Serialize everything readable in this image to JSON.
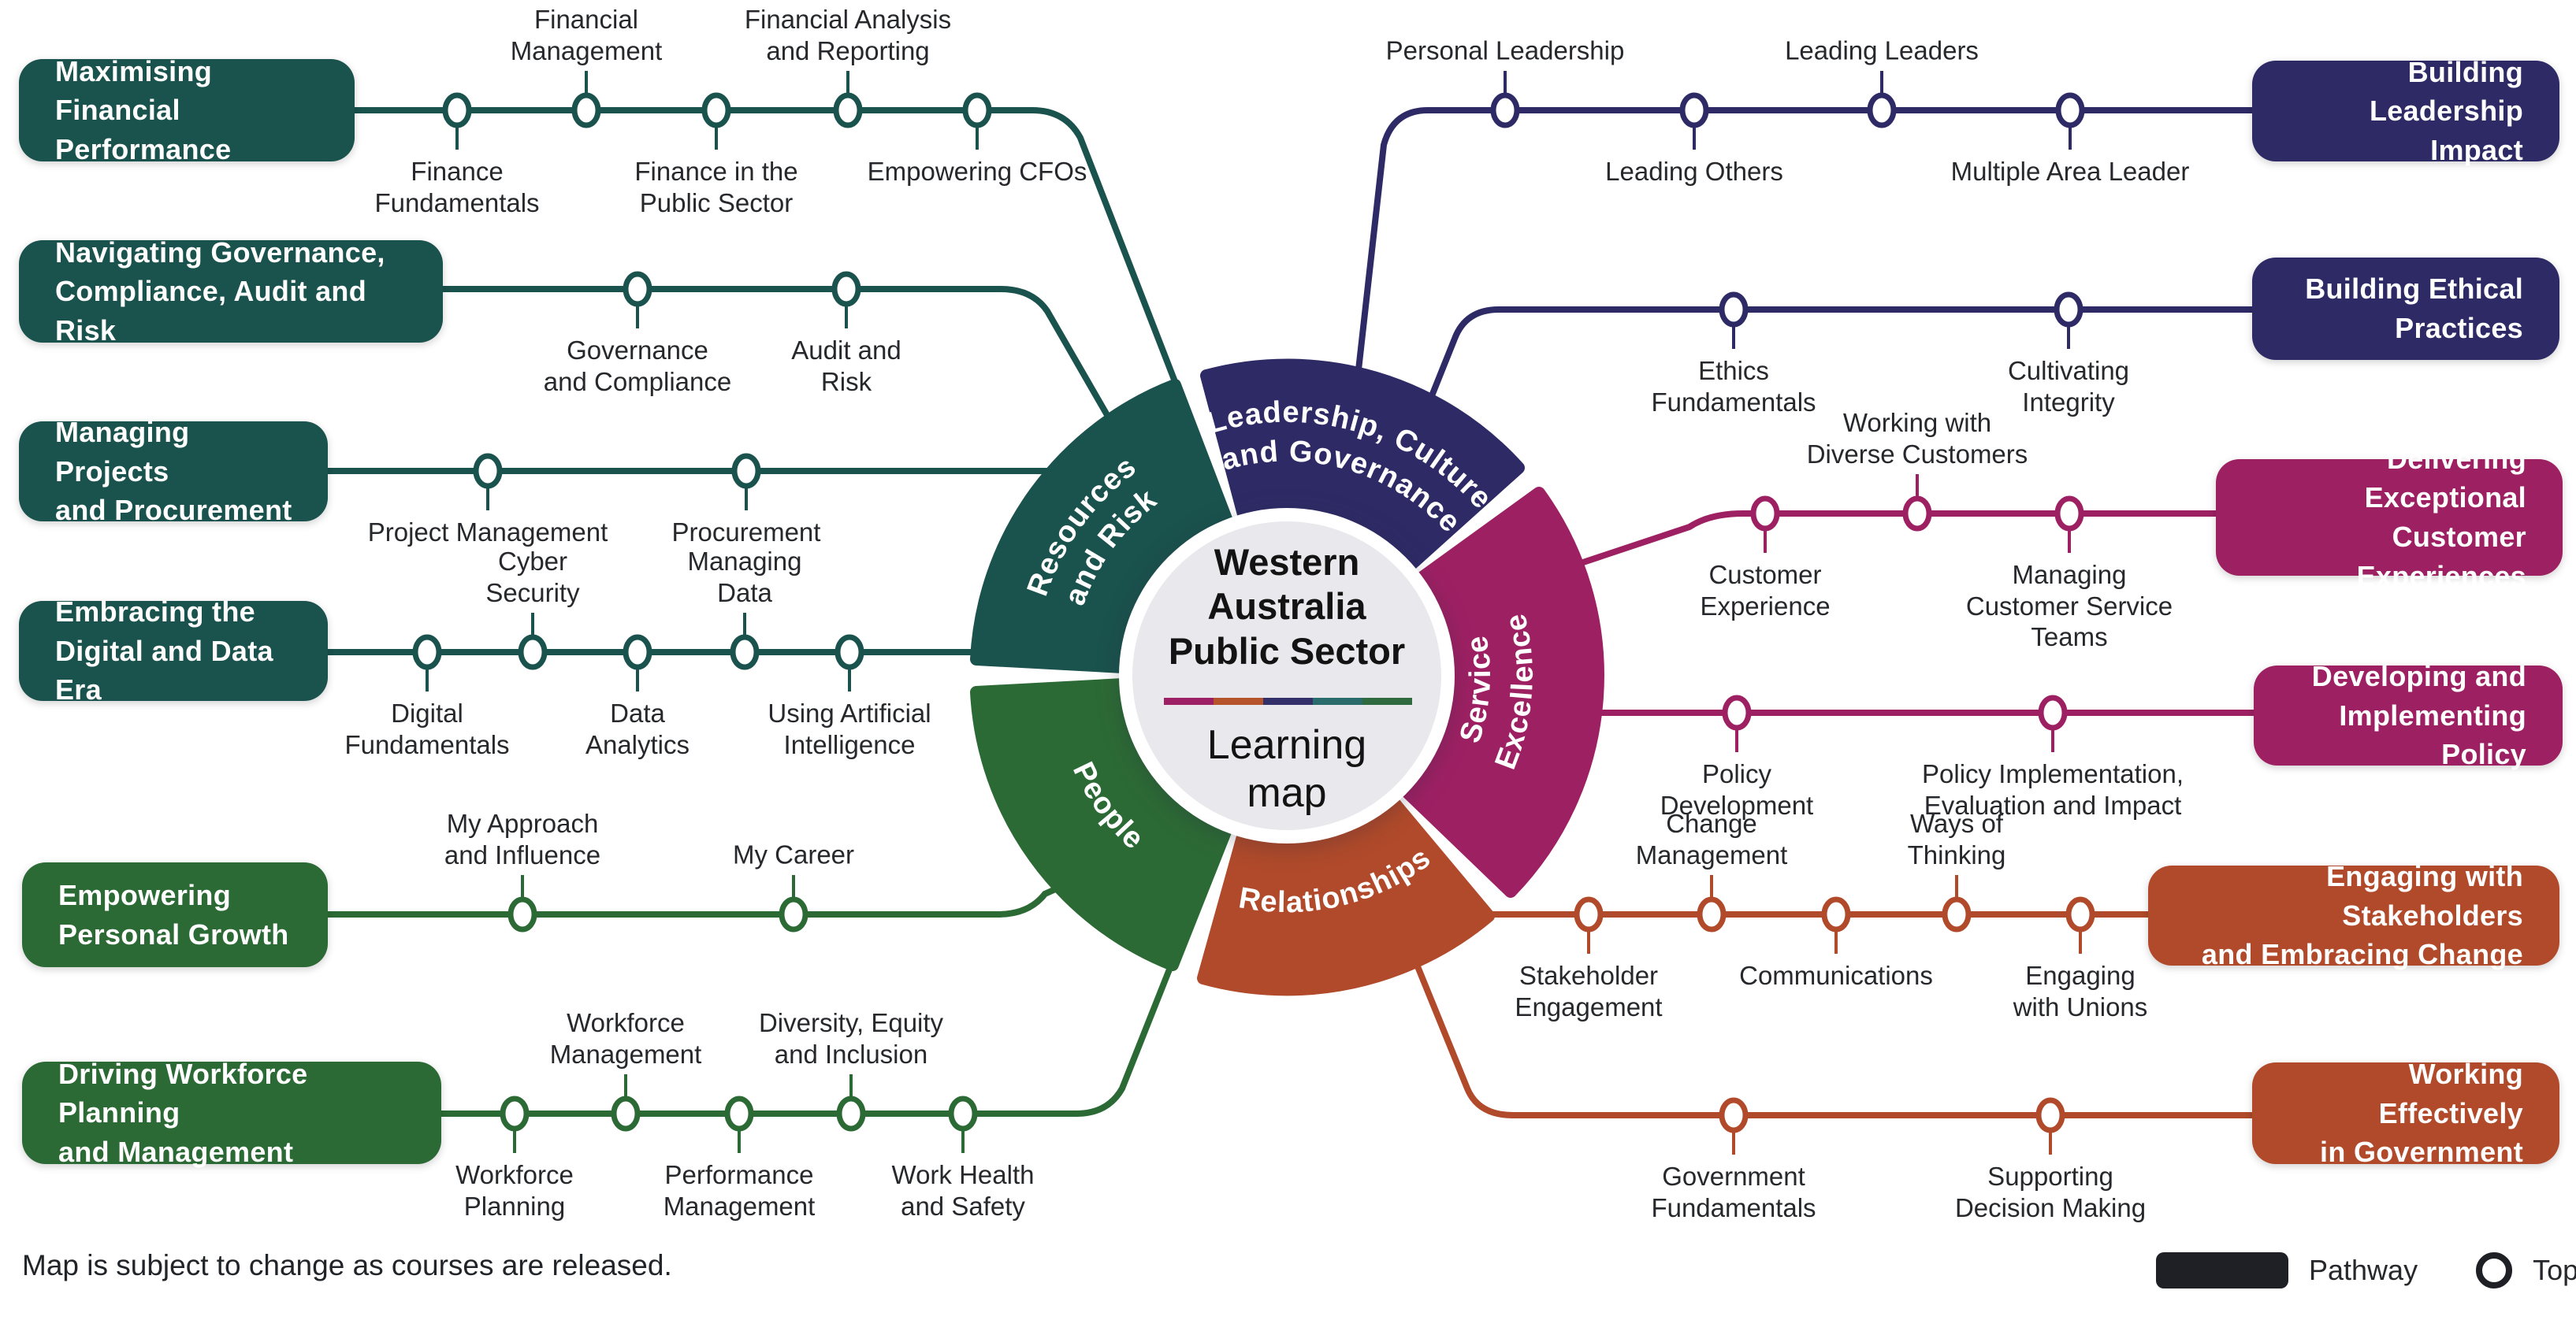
{
  "center": {
    "title": "Western\nAustralia\nPublic Sector",
    "subtitle": "Learning\nmap"
  },
  "footnote": "Map is subject to change as courses are released.",
  "legend": {
    "pathway_label": "Pathway",
    "topic_label": "Topic"
  },
  "colors": {
    "teal": "#1A524D",
    "green": "#2C6A35",
    "navy": "#2E2A66",
    "magenta": "#9D2063",
    "rust": "#B04A2A",
    "ink": "#1E2025",
    "circle_fill": "#E9E8EC",
    "divider": [
      "#9C2063",
      "#B5532A",
      "#333069",
      "#2A6B6B",
      "#2F6B3F"
    ]
  },
  "segments": [
    {
      "name": "leadership-culture-governance",
      "lines": [
        "Leadership, Culture",
        "and Governance"
      ]
    },
    {
      "name": "service-excellence",
      "lines": [
        "Service",
        "Excellence"
      ]
    },
    {
      "name": "relationships",
      "lines": [
        "Relationships"
      ]
    },
    {
      "name": "people",
      "lines": [
        "People"
      ]
    },
    {
      "name": "resources-and-risk",
      "lines": [
        "Resources",
        "and Risk"
      ]
    }
  ],
  "pathways": [
    {
      "label": "Maximising Financial\nPerformance",
      "topics": [
        "Finance\nFundamentals",
        "Financial\nManagement",
        "Finance in the\nPublic Sector",
        "Financial Analysis\nand Reporting",
        "Empowering CFOs"
      ]
    },
    {
      "label": "Navigating Governance,\nCompliance, Audit and Risk",
      "topics": [
        "Governance\nand Compliance",
        "Audit and\nRisk"
      ]
    },
    {
      "label": "Managing Projects\nand Procurement",
      "topics": [
        "Project Management",
        "Procurement"
      ]
    },
    {
      "label": "Embracing the\nDigital and Data Era",
      "topics": [
        "Digital\nFundamentals",
        "Cyber\nSecurity",
        "Data\nAnalytics",
        "Managing\nData",
        "Using Artificial\nIntelligence"
      ]
    },
    {
      "label": "Empowering\nPersonal Growth",
      "topics": [
        "My Approach\nand Influence",
        "My Career"
      ]
    },
    {
      "label": "Driving Workforce Planning\nand Management",
      "topics": [
        "Workforce\nPlanning",
        "Workforce\nManagement",
        "Performance\nManagement",
        "Diversity, Equity\nand Inclusion",
        "Work Health\nand Safety"
      ]
    },
    {
      "label": "Building\nLeadership Impact",
      "topics": [
        "Personal Leadership",
        "Leading Others",
        "Leading Leaders",
        "Multiple Area Leader"
      ]
    },
    {
      "label": "Building Ethical\nPractices",
      "topics": [
        "Ethics\nFundamentals",
        "Cultivating\nIntegrity"
      ]
    },
    {
      "label": "Delivering Exceptional\nCustomer Experiences",
      "topics": [
        "Customer\nExperience",
        "Working with\nDiverse Customers",
        "Managing\nCustomer Service\nTeams"
      ]
    },
    {
      "label": "Developing and\nImplementing Policy",
      "topics": [
        "Policy\nDevelopment",
        "Policy Implementation,\nEvaluation and Impact"
      ]
    },
    {
      "label": "Engaging with Stakeholders\nand Embracing Change",
      "topics": [
        "Stakeholder\nEngagement",
        "Change\nManagement",
        "Communications",
        "Ways of\nThinking",
        "Engaging\nwith Unions"
      ]
    },
    {
      "label": "Working Effectively\nin Government",
      "topics": [
        "Government\nFundamentals",
        "Supporting\nDecision Making"
      ]
    }
  ]
}
